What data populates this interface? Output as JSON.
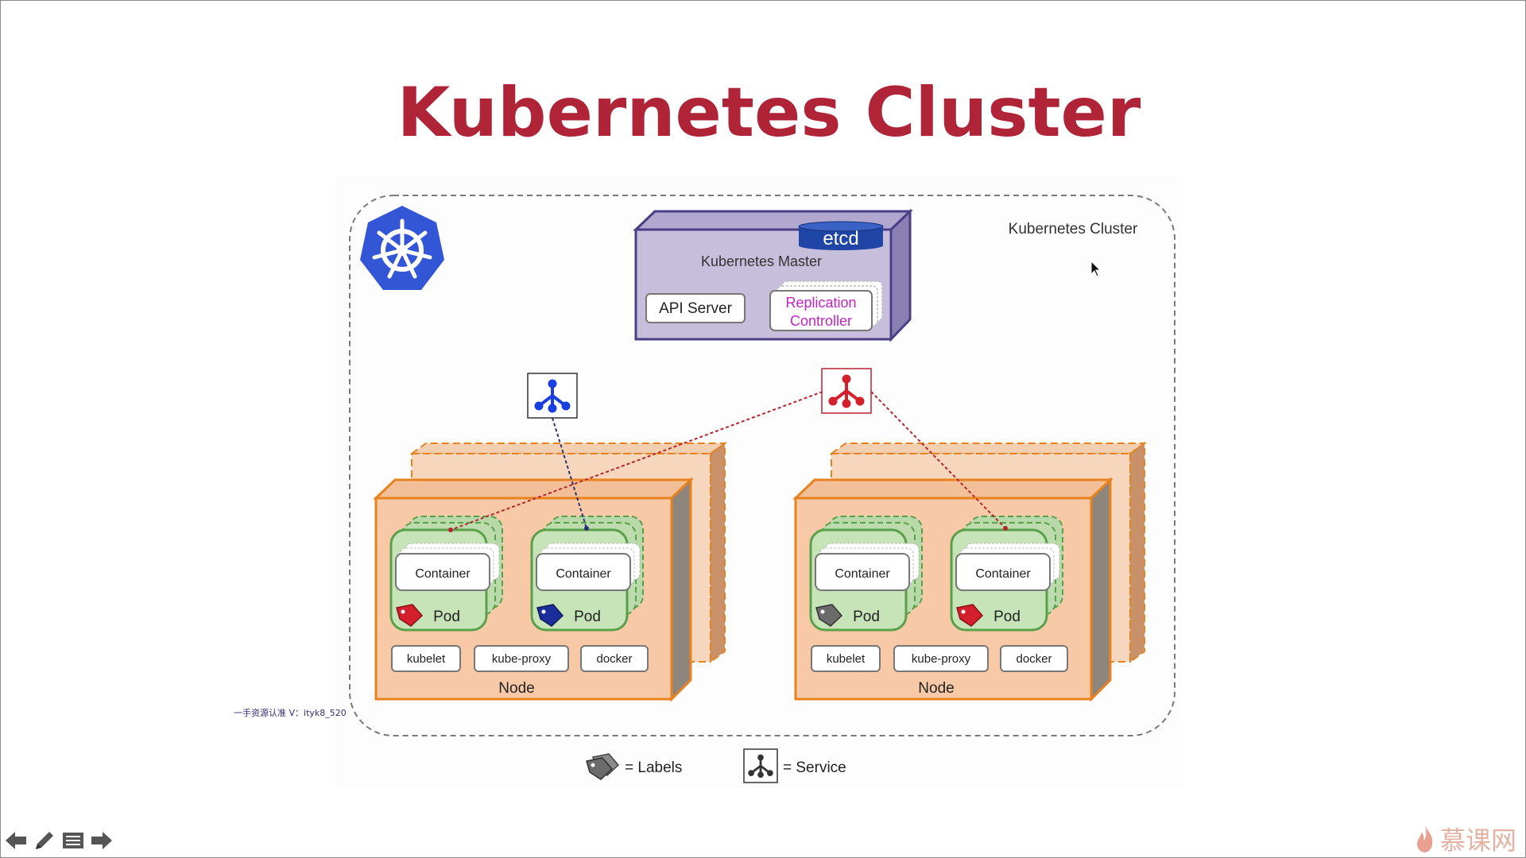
{
  "slide": {
    "title": "Kubernetes Cluster",
    "watermark": "一手资源认准 V：ityk8_520"
  },
  "diagram": {
    "cluster_label": "Kubernetes Cluster",
    "master": {
      "label": "Kubernetes Master",
      "etcd": "etcd",
      "api_server": "API Server",
      "replication_controller_line1": "Replication",
      "replication_controller_line2": "Controller"
    },
    "nodes": [
      {
        "label": "Node",
        "pods": [
          {
            "container": "Container",
            "label": "Pod",
            "tag_color": "#d4202c"
          },
          {
            "container": "Container",
            "label": "Pod",
            "tag_color": "#1b2f9a"
          }
        ],
        "components": [
          "kubelet",
          "kube-proxy",
          "docker"
        ]
      },
      {
        "label": "Node",
        "pods": [
          {
            "container": "Container",
            "label": "Pod",
            "tag_color": "#6b6b6b"
          },
          {
            "container": "Container",
            "label": "Pod",
            "tag_color": "#d4202c"
          }
        ],
        "components": [
          "kubelet",
          "kube-proxy",
          "docker"
        ]
      }
    ],
    "services": [
      {
        "icon": "service-icon",
        "color": "#1a3fe0"
      },
      {
        "icon": "service-icon",
        "color": "#d4202c"
      }
    ],
    "legend": {
      "labels": "= Labels",
      "service": "= Service"
    }
  },
  "brand": {
    "text": "慕课网"
  },
  "colors": {
    "title": "#b02437",
    "master_fill": "#c7bedc",
    "master_border": "#4a3f86",
    "node_fill": "#f8c9a7",
    "node_border": "#e8821e",
    "pod_fill": "#c6e4b8",
    "pod_border": "#5aa04a",
    "k8s_logo": "#3356d6"
  }
}
